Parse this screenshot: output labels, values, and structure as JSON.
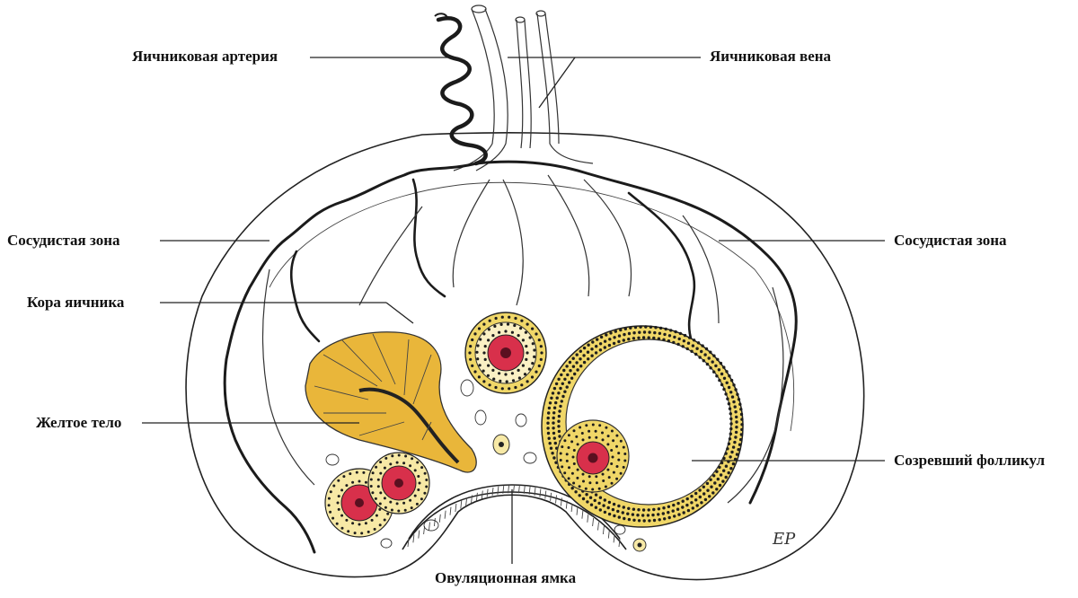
{
  "labels": {
    "ovarian_artery": "Яичниковая артерия",
    "ovarian_vein": "Яичниковая вена",
    "vascular_zone_left": "Сосудистая зона",
    "vascular_zone_right": "Сосудистая зона",
    "ovarian_cortex": "Кора яичника",
    "corpus_luteum": "Желтое тело",
    "mature_follicle": "Созревший фолликул",
    "ovulation_fossa": "Овуляционная ямка"
  },
  "signature": "EP",
  "colors": {
    "corpus_luteum_fill": "#e9b63a",
    "follicle_yellow": "#f0d768",
    "oocyte_red": "#d8304b",
    "artery": "#1b1b1b",
    "line": "#222222"
  }
}
